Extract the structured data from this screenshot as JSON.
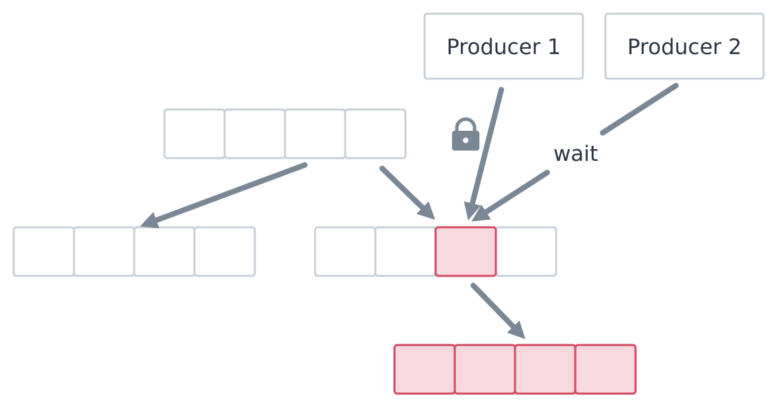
{
  "producers": [
    {
      "label": "Producer 1"
    },
    {
      "label": "Producer 2"
    }
  ],
  "wait_label": "wait",
  "colors": {
    "grid_stroke": "#c8d0da",
    "arrow": "#7a8896",
    "lock": "#7a8896",
    "active_fill": "#f8d9df",
    "active_stroke": "#d24b62",
    "text": "#2a3441"
  },
  "icons": {
    "lock": "lock-icon"
  }
}
